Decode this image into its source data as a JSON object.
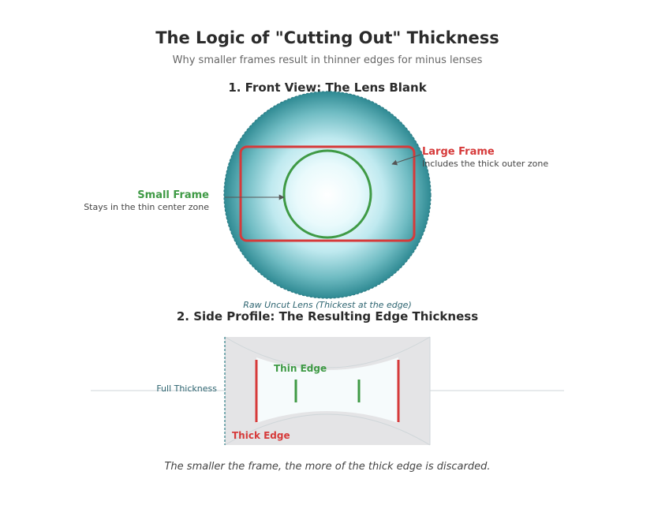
{
  "title": "The Logic of \"Cutting Out\" Thickness",
  "subtitle": "Why smaller frames result in thinner edges for minus lenses",
  "front_view": {
    "heading": "1. Front View: The Lens Blank",
    "small_frame_label": "Small Frame",
    "small_frame_desc": "Stays in the thin center zone",
    "large_frame_label": "Large Frame",
    "large_frame_desc": "Includes the thick outer zone",
    "lens_caption": "Raw Uncut Lens (Thickest at the edge)"
  },
  "side_profile": {
    "heading": "2. Side Profile: The Resulting Edge Thickness",
    "full_thickness_label": "Full Thickness",
    "thin_edge_label": "Thin Edge",
    "thick_edge_label": "Thick Edge"
  },
  "caption": "The smaller the frame, the more of the thick edge is discarded.",
  "colors": {
    "green": "#3f9a45",
    "red": "#d63a3a",
    "teal": "#2d7d86"
  }
}
